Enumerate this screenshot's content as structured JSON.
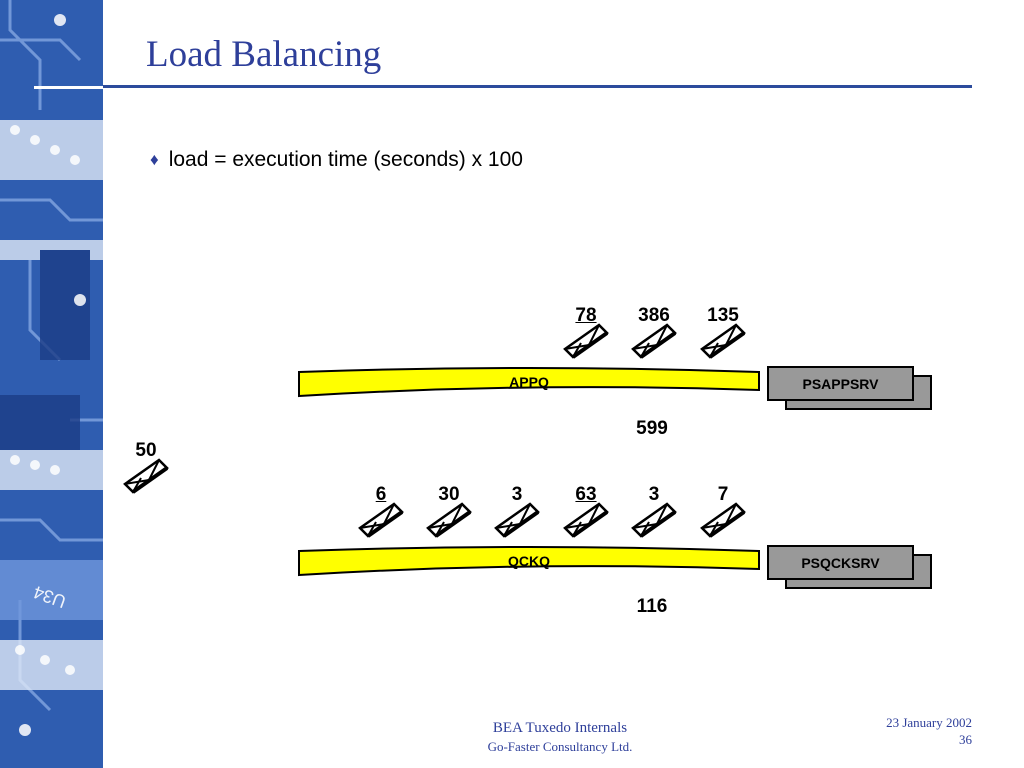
{
  "slide": {
    "title": "Load Balancing",
    "bullet_text": "load = execution time (seconds) x 100"
  },
  "incoming": {
    "load": "50"
  },
  "queues": [
    {
      "name": "APPQ",
      "server": "PSAPPSRV",
      "total": "599",
      "messages": [
        {
          "load": "78",
          "underlined": true
        },
        {
          "load": "386",
          "underlined": false
        },
        {
          "load": "135",
          "underlined": false
        }
      ]
    },
    {
      "name": "QCKQ",
      "server": "PSQCKSRV",
      "total": "116",
      "messages": [
        {
          "load": "6",
          "underlined": true
        },
        {
          "load": "30",
          "underlined": false
        },
        {
          "load": "3",
          "underlined": false
        },
        {
          "load": "63",
          "underlined": true
        },
        {
          "load": "3",
          "underlined": false
        },
        {
          "load": "7",
          "underlined": false
        }
      ]
    }
  ],
  "footer": {
    "line1": "BEA Tuxedo Internals",
    "line2": "Go-Faster Consultancy Ltd.",
    "date": "23 January 2002",
    "page": "36"
  },
  "colors": {
    "accent": "#2e3f9a",
    "side_panel": "#2f5db0",
    "queue_fill": "#ffff00",
    "server_fill": "#999999"
  }
}
